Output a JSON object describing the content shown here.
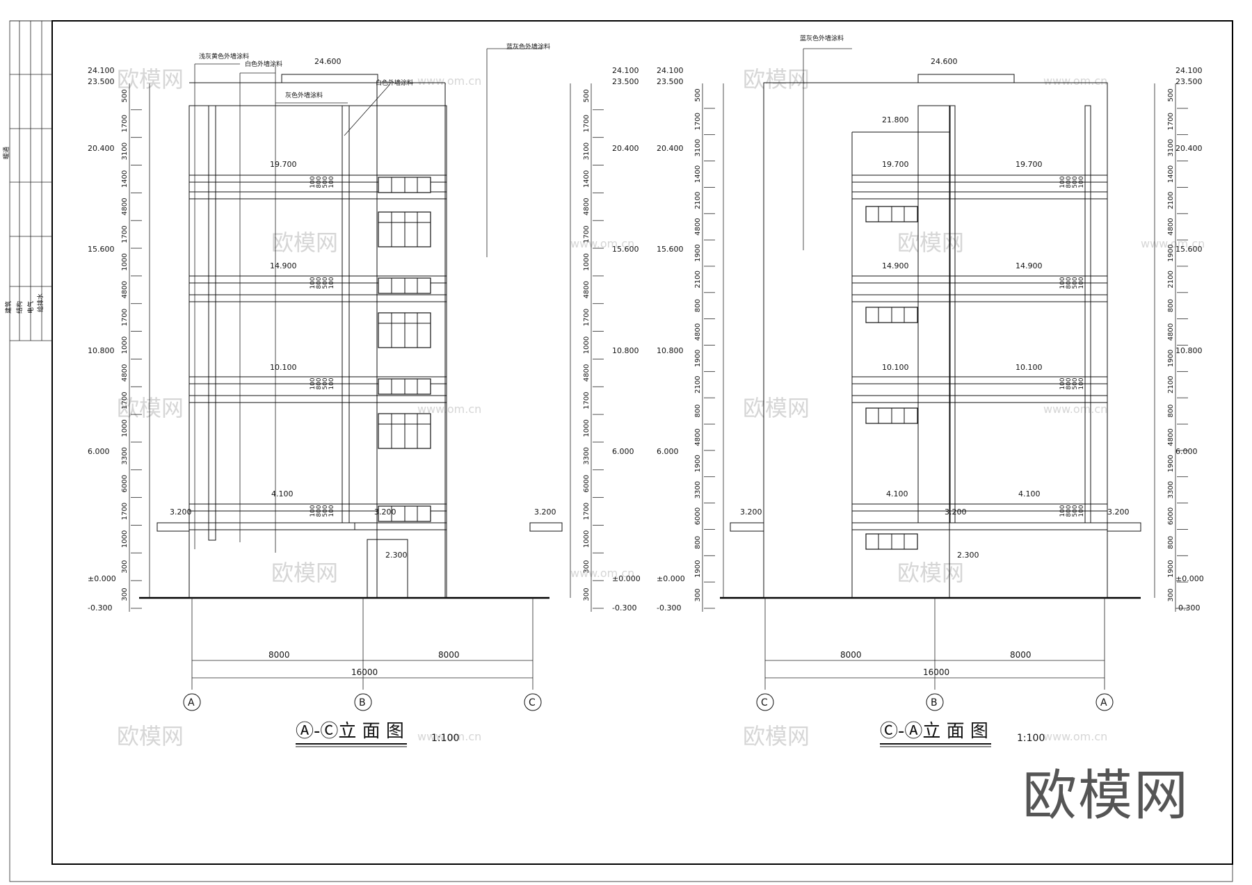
{
  "title_block": {
    "cells": [
      "建筑",
      "结构",
      "电气",
      "给排水",
      "暖通"
    ]
  },
  "watermark": {
    "cn": "欧模网",
    "url": "www.om.cn"
  },
  "brand": "欧模网",
  "left_elevation": {
    "title": "Ⓐ-Ⓒ立 面 图",
    "scale": "1:100",
    "material_notes": [
      "浅灰黄色外墙涂料",
      "白色外墙涂料",
      "灰色外墙涂料",
      "白色外墙涂料",
      "蓝灰色外墙涂料"
    ],
    "axes": [
      "A",
      "B",
      "C"
    ],
    "spans": [
      "8000",
      "8000"
    ],
    "total": "16000",
    "ridge": "24.600",
    "entry": "2.300",
    "canopy": "3.200",
    "floor_marks": [
      "19.700",
      "14.900",
      "10.100",
      "4.100"
    ]
  },
  "right_elevation": {
    "title": "Ⓒ-Ⓐ立 面 图",
    "scale": "1:100",
    "material_notes": [
      "蓝灰色外墙涂料"
    ],
    "axes": [
      "C",
      "B",
      "A"
    ],
    "spans": [
      "8000",
      "8000"
    ],
    "total": "16000",
    "ridge": "24.600",
    "entry": "2.300",
    "canopy": "3.200",
    "floor_marks_left": [
      "21.800",
      "19.700",
      "14.900",
      "10.100",
      "4.100"
    ],
    "floor_marks_right": [
      "19.700",
      "14.900",
      "10.100",
      "4.100"
    ]
  },
  "levels": [
    "24.100",
    "23.500",
    "20.400",
    "15.600",
    "10.800",
    "6.000",
    "±0.000",
    "-0.300"
  ],
  "left_chain_dims": [
    "300",
    "300",
    "1000",
    "1700",
    "6000",
    "3300",
    "1000",
    "1700",
    "4800",
    "1000",
    "1700",
    "4800",
    "1000",
    "1700",
    "4800",
    "1400",
    "3100",
    "1700",
    "500"
  ],
  "right_chain_dims": [
    "300",
    "1900",
    "800",
    "6000",
    "3300",
    "1900",
    "4800",
    "800",
    "2100",
    "1900",
    "4800",
    "800",
    "2100",
    "1900",
    "4800",
    "2100",
    "1400",
    "3100",
    "1700",
    "500"
  ],
  "band_dims": [
    "100",
    "800",
    "500",
    "100"
  ]
}
